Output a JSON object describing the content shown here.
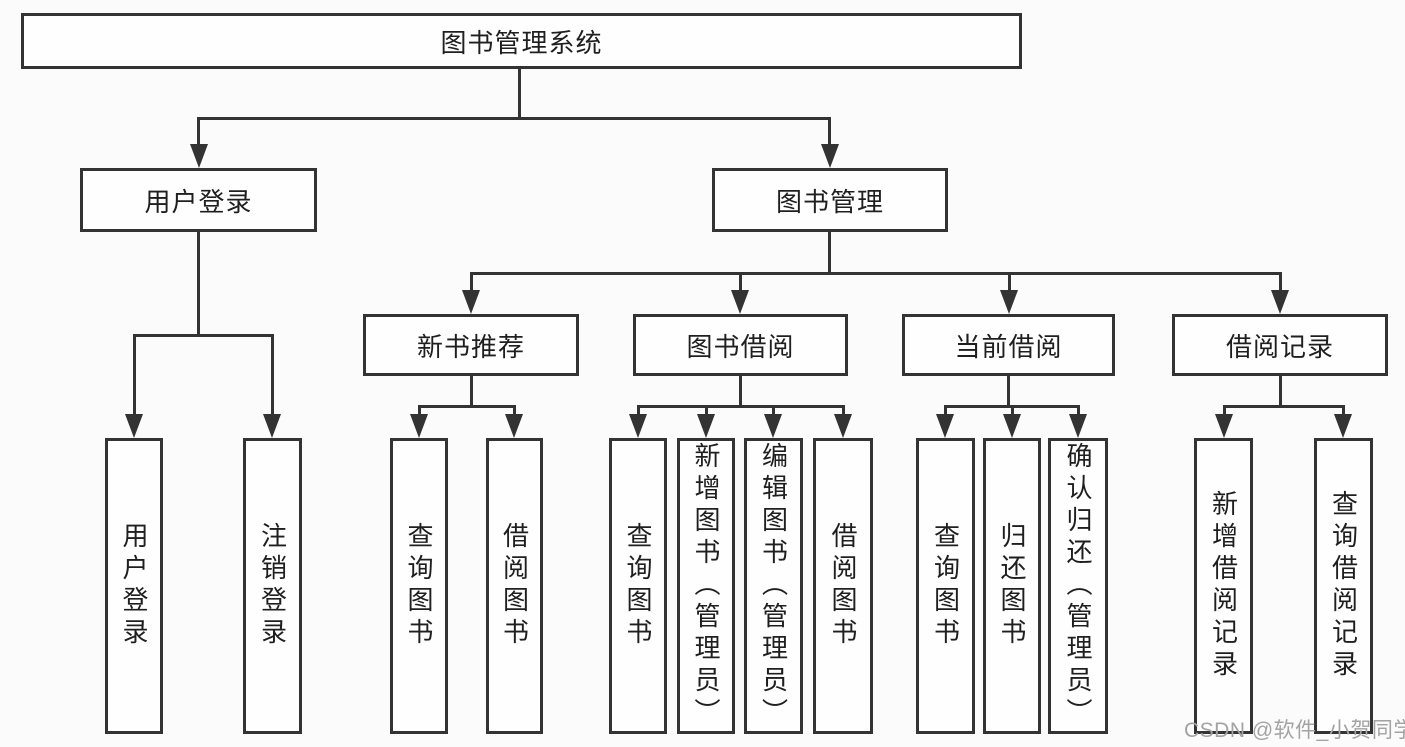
{
  "diagram": {
    "title": "图书管理系统",
    "root": {
      "label": "图书管理系统"
    },
    "login": {
      "label": "用户登录",
      "children": [
        {
          "label": "用户登录"
        },
        {
          "label": "注销登录"
        }
      ]
    },
    "management": {
      "label": "图书管理",
      "sections": [
        {
          "label": "新书推荐",
          "children": [
            {
              "label": "查询图书"
            },
            {
              "label": "借阅图书"
            }
          ]
        },
        {
          "label": "图书借阅",
          "children": [
            {
              "label": "查询图书"
            },
            {
              "label": "新增图书（管理员）"
            },
            {
              "label": "编辑图书（管理员）"
            },
            {
              "label": "借阅图书"
            }
          ]
        },
        {
          "label": "当前借阅",
          "children": [
            {
              "label": "查询图书"
            },
            {
              "label": "归还图书"
            },
            {
              "label": "确认归还（管理员）"
            }
          ]
        },
        {
          "label": "借阅记录",
          "children": [
            {
              "label": "新增借阅记录"
            },
            {
              "label": "查询借阅记录"
            }
          ]
        }
      ]
    }
  },
  "watermark": {
    "text": "CSDN @软件_小贺同学"
  },
  "colors": {
    "line": "#333333",
    "box_fill": "#fefefe",
    "text": "#1f1f1f",
    "background": "#fbfbfb",
    "watermark": "#a3a3a3"
  }
}
